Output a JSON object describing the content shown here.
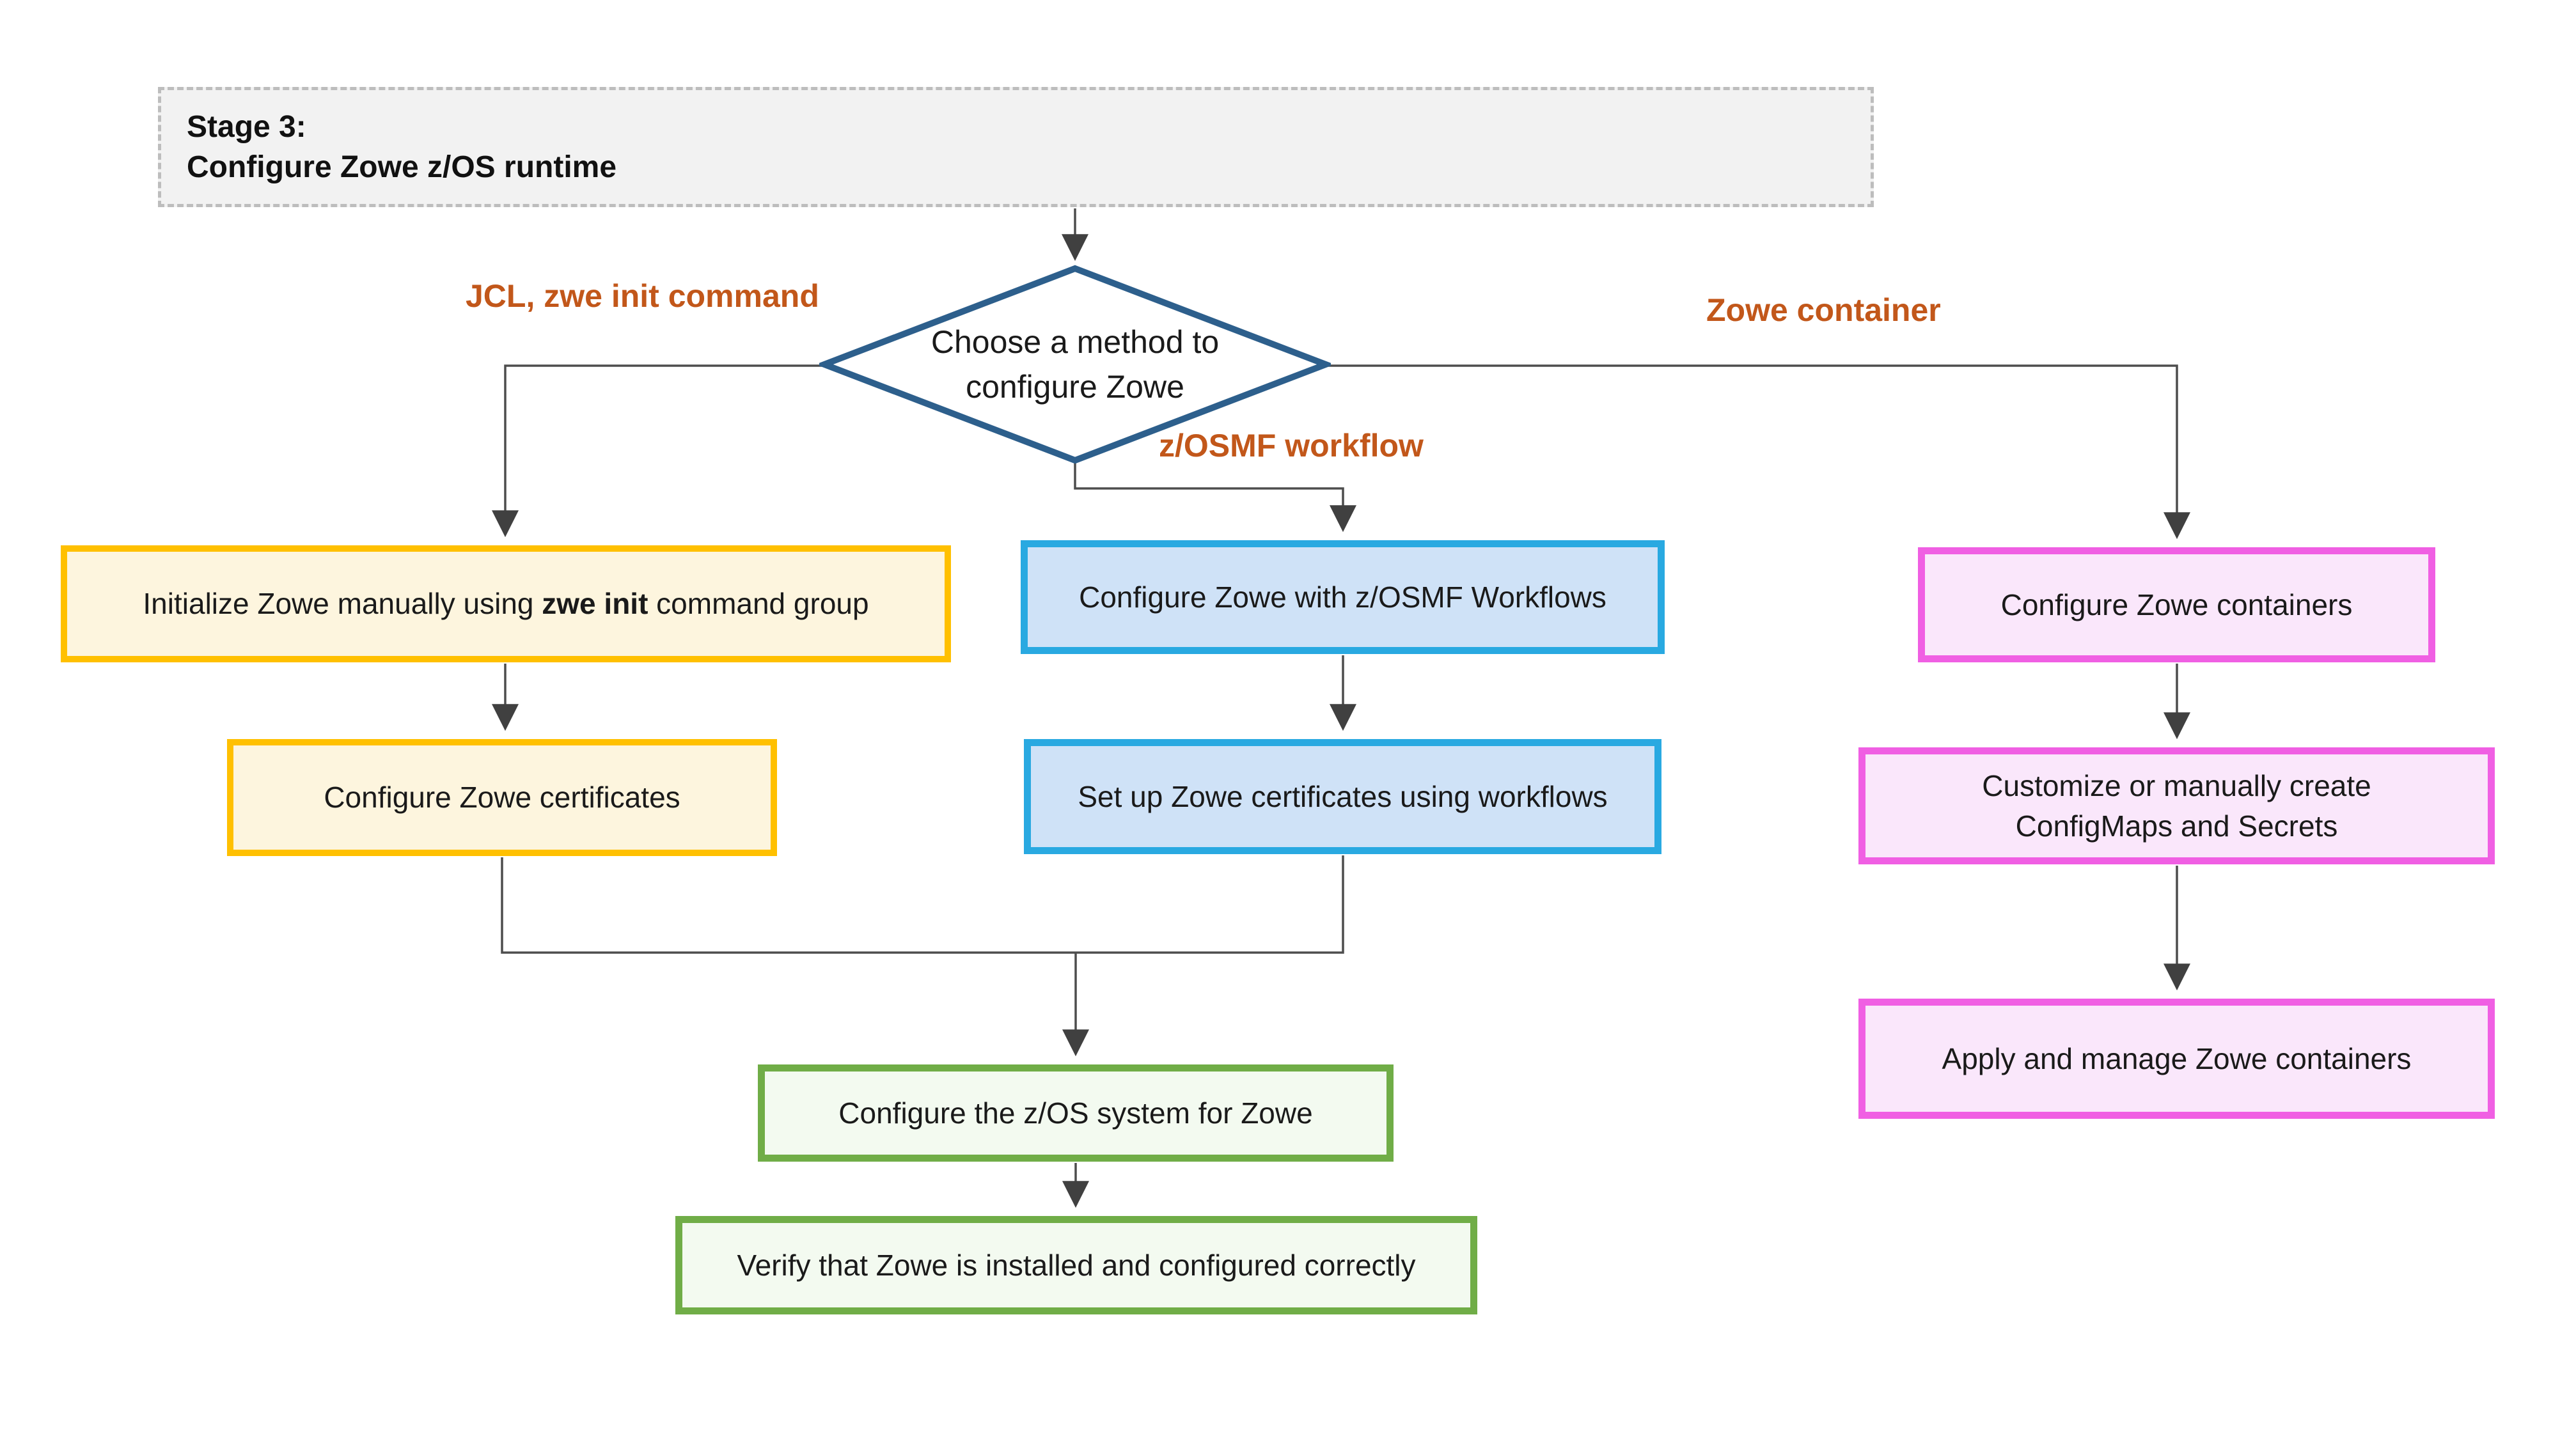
{
  "stage": {
    "line1": "Stage 3:",
    "line2": "Configure Zowe z/OS runtime"
  },
  "decision": {
    "line1": "Choose a method to",
    "line2": "configure Zowe"
  },
  "branch_labels": {
    "left": "JCL, zwe init command",
    "middle": "z/OSMF workflow",
    "right": "Zowe container"
  },
  "nodes": {
    "init_zowe": {
      "prefix": "Initialize Zowe manually using ",
      "bold": "zwe init",
      "suffix": " command group"
    },
    "configure_certificates": "Configure Zowe certificates",
    "configure_zosmf_workflows": "Configure Zowe with z/OSMF Workflows",
    "setup_certificates_workflows": "Set up Zowe certificates using workflows",
    "configure_containers": "Configure Zowe containers",
    "customize_configmaps": {
      "line1": "Customize or manually create",
      "line2": "ConfigMaps and Secrets"
    },
    "apply_containers": "Apply and manage Zowe containers",
    "configure_zos_system": "Configure the z/OS system for Zowe",
    "verify_install": "Verify that Zowe is installed and configured correctly"
  },
  "colors": {
    "yellow_border": "#ffc000",
    "yellow_fill": "#fdf5de",
    "blue_border": "#29a9e1",
    "blue_fill": "#cfe2f7",
    "pink_border": "#f05fe3",
    "pink_fill": "#fae7fb",
    "green_border": "#70ad47",
    "green_fill": "#f3faf0",
    "diamond_border": "#2d5f8c",
    "branch_label_text": "#c2571a",
    "stage_fill": "#f2f2f2",
    "stage_border": "#bdbdbd",
    "connector": "#4d4d4d",
    "arrowhead": "#404040"
  }
}
